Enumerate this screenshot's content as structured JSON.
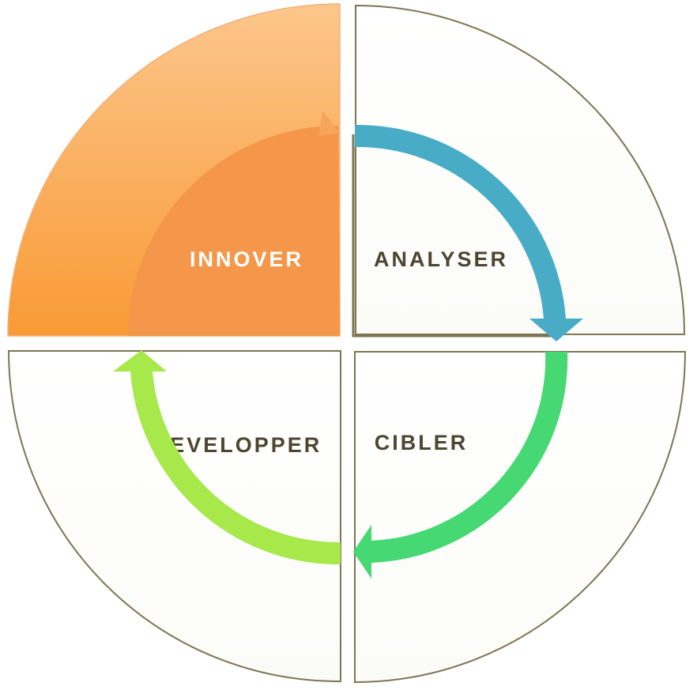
{
  "diagram": {
    "quadrants": {
      "innover": {
        "label": "INNOVER",
        "highlighted": true
      },
      "analyser": {
        "label": "ANALYSER",
        "highlighted": false
      },
      "cibler": {
        "label": "CIBLER",
        "highlighted": false
      },
      "developper": {
        "label": "DEVELOPPER",
        "highlighted": false
      }
    },
    "colors": {
      "quadrant_border": "#7d7553",
      "highlight_outer_top": "#fcc68c",
      "highlight_outer_bottom": "#f99a35",
      "highlight_inner": "#f5974a",
      "highlight_text": "#ffffff",
      "text": "#4d4530",
      "arrow_analyser": "#49acc6",
      "arrow_cibler": "#45d873",
      "arrow_developper": "#a7e84a"
    }
  }
}
